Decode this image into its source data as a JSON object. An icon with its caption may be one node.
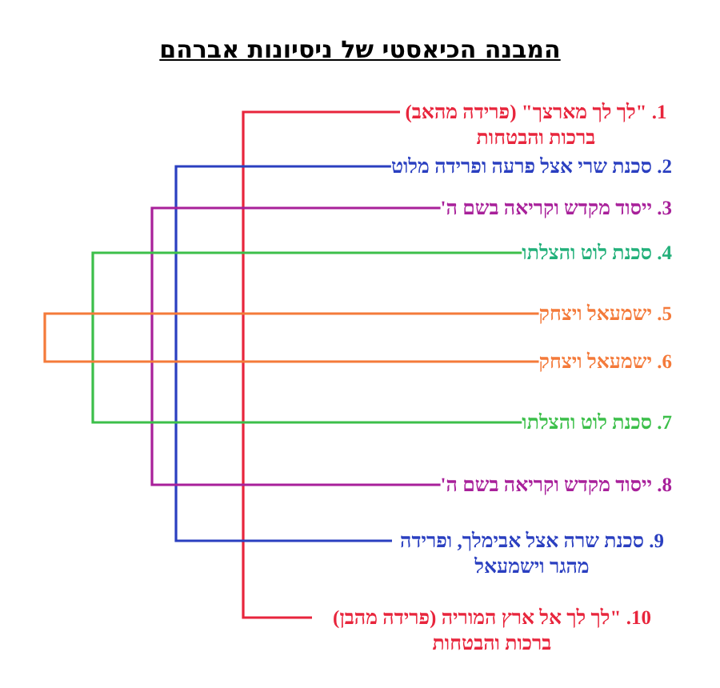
{
  "diagram": {
    "title": "המבנה הכיאסטי של ניסיונות אברהם",
    "nodes": [
      {
        "text": [
          "1. \"לך לך מארצך\" (פרידה מהאב) ברכות והבטחות"
        ]
      },
      {
        "text": [
          "2. סכנת שרי אצל פרעה ופרידה מלוט"
        ]
      },
      {
        "text": [
          "3. ייסוד מקדש וקריאה בשם ה'"
        ]
      },
      {
        "text": [
          "4. סכנת לוט והצלתו"
        ]
      },
      {
        "text": [
          "5. ישמעאל ויצחק"
        ]
      },
      {
        "text": [
          "6. ישמעאל ויצחק"
        ]
      },
      {
        "text": [
          "7. סכנת לוט והצלתו"
        ]
      },
      {
        "text": [
          "8. ייסוד מקדש וקריאה בשם ה'"
        ]
      },
      {
        "text": [
          "9. סכנת שרה אצל אבימלך, ופרידה מהגר וישמעאל"
        ]
      },
      {
        "text": [
          "10. \"לך לך אל ארץ המוריה (פרידה מהבן) ברכות והבטחות"
        ]
      }
    ],
    "edges": [
      {
        "from": 0,
        "to": 9,
        "arrow": "none",
        "color": "#e8253c"
      },
      {
        "from": 1,
        "to": 8,
        "arrow": "none",
        "color": "#2a3fc0"
      },
      {
        "from": 2,
        "to": 7,
        "arrow": "none",
        "color": "#a8209a"
      },
      {
        "from": 3,
        "to": 6,
        "arrow": "none",
        "color": "#3cbf4a"
      },
      {
        "from": 4,
        "to": 5,
        "arrow": "none",
        "color": "#f47a3a"
      }
    ]
  }
}
